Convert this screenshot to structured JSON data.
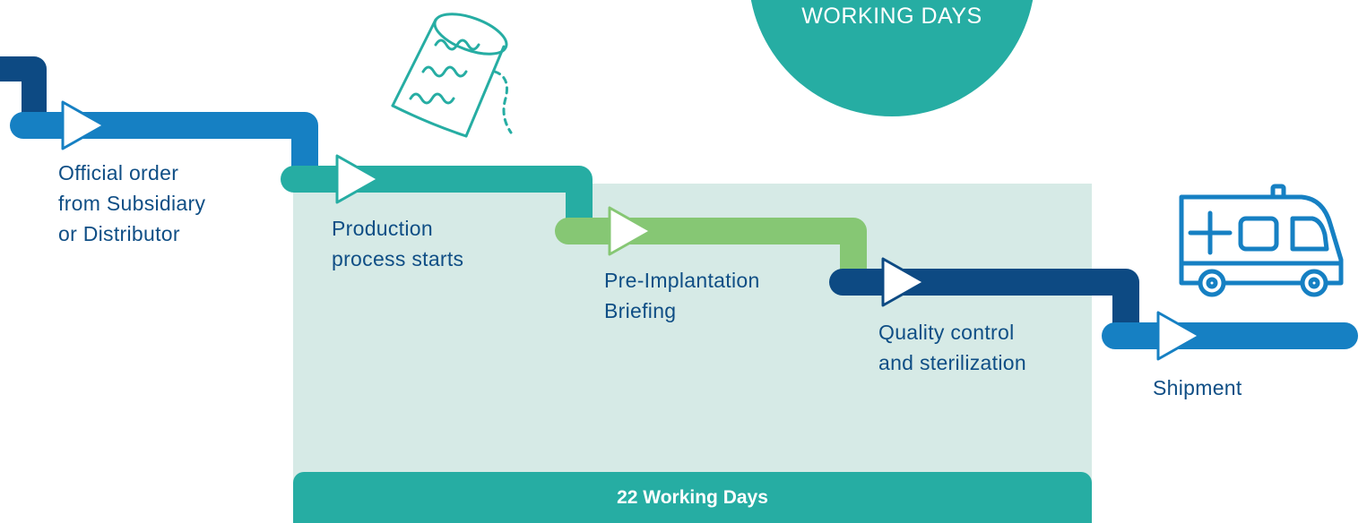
{
  "badge": {
    "text": "WORKING DAYS"
  },
  "steps": [
    {
      "id": "order",
      "lines": [
        "Official order",
        "from Subsidiary",
        "or Distributor"
      ]
    },
    {
      "id": "production",
      "lines": [
        "Production",
        "process starts"
      ]
    },
    {
      "id": "briefing",
      "lines": [
        "Pre-Implantation",
        "Briefing"
      ]
    },
    {
      "id": "quality",
      "lines": [
        "Quality control",
        "and sterilization"
      ]
    },
    {
      "id": "shipment",
      "lines": [
        "Shipment"
      ]
    }
  ],
  "duration_bar": {
    "label": "22 Working Days"
  },
  "colors": {
    "dark_blue": "#0d4a83",
    "mid_blue": "#1680c3",
    "teal": "#26ada3",
    "green": "#86c774",
    "highlight": "#d6eae6",
    "text": "#0f4e85"
  },
  "icons": [
    "prosthesis-sketch-icon",
    "ambulance-icon",
    "arrow-play-icon"
  ]
}
